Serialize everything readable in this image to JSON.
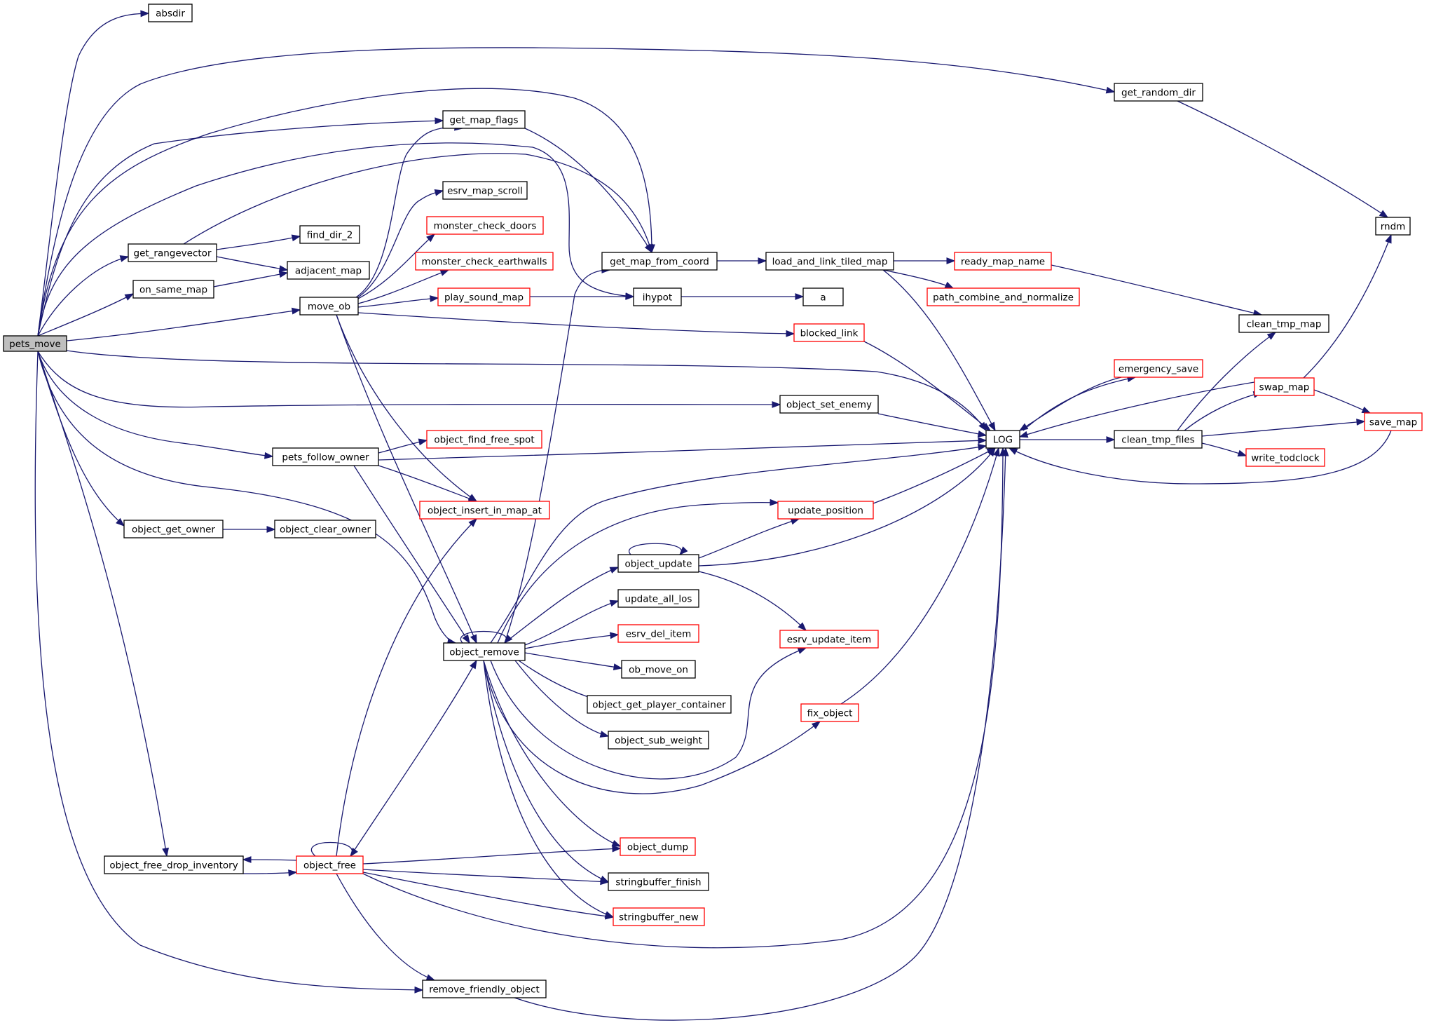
{
  "colors": {
    "edge": "#191970",
    "node_border_default": "#000000",
    "node_border_truncated": "#ff0000",
    "root_fill": "#bfbfbf",
    "background": "#ffffff"
  },
  "nodes": [
    {
      "id": "pets_move",
      "label": "pets_move",
      "root": true
    },
    {
      "id": "absdir",
      "label": "absdir"
    },
    {
      "id": "get_random_dir",
      "label": "get_random_dir"
    },
    {
      "id": "rndm",
      "label": "rndm"
    },
    {
      "id": "get_map_flags",
      "label": "get_map_flags"
    },
    {
      "id": "esrv_map_scroll",
      "label": "esrv_map_scroll"
    },
    {
      "id": "monster_check_doors",
      "label": "monster_check_doors",
      "truncated": true
    },
    {
      "id": "monster_check_earthwalls",
      "label": "monster_check_earthwalls",
      "truncated": true
    },
    {
      "id": "get_rangevector",
      "label": "get_rangevector"
    },
    {
      "id": "find_dir_2",
      "label": "find_dir_2"
    },
    {
      "id": "adjacent_map",
      "label": "adjacent_map"
    },
    {
      "id": "on_same_map",
      "label": "on_same_map"
    },
    {
      "id": "move_ob",
      "label": "move_ob"
    },
    {
      "id": "play_sound_map",
      "label": "play_sound_map",
      "truncated": true
    },
    {
      "id": "get_map_from_coord",
      "label": "get_map_from_coord"
    },
    {
      "id": "load_and_link_tiled_map",
      "label": "load_and_link_tiled_map"
    },
    {
      "id": "ready_map_name",
      "label": "ready_map_name",
      "truncated": true
    },
    {
      "id": "path_combine_and_normalize",
      "label": "path_combine_and_normalize",
      "truncated": true
    },
    {
      "id": "ihypot",
      "label": "ihypot"
    },
    {
      "id": "a",
      "label": "a"
    },
    {
      "id": "clean_tmp_map",
      "label": "clean_tmp_map"
    },
    {
      "id": "blocked_link",
      "label": "blocked_link",
      "truncated": true
    },
    {
      "id": "emergency_save",
      "label": "emergency_save",
      "truncated": true
    },
    {
      "id": "swap_map",
      "label": "swap_map",
      "truncated": true
    },
    {
      "id": "object_set_enemy",
      "label": "object_set_enemy"
    },
    {
      "id": "LOG",
      "label": "LOG"
    },
    {
      "id": "clean_tmp_files",
      "label": "clean_tmp_files"
    },
    {
      "id": "save_map",
      "label": "save_map",
      "truncated": true
    },
    {
      "id": "write_todclock",
      "label": "write_todclock",
      "truncated": true
    },
    {
      "id": "pets_follow_owner",
      "label": "pets_follow_owner"
    },
    {
      "id": "object_find_free_spot",
      "label": "object_find_free_spot",
      "truncated": true
    },
    {
      "id": "object_insert_in_map_at",
      "label": "object_insert_in_map_at",
      "truncated": true
    },
    {
      "id": "update_position",
      "label": "update_position",
      "truncated": true
    },
    {
      "id": "object_get_owner",
      "label": "object_get_owner"
    },
    {
      "id": "object_clear_owner",
      "label": "object_clear_owner"
    },
    {
      "id": "object_update",
      "label": "object_update"
    },
    {
      "id": "update_all_los",
      "label": "update_all_los"
    },
    {
      "id": "esrv_del_item",
      "label": "esrv_del_item",
      "truncated": true
    },
    {
      "id": "esrv_update_item",
      "label": "esrv_update_item",
      "truncated": true
    },
    {
      "id": "object_remove",
      "label": "object_remove"
    },
    {
      "id": "ob_move_on",
      "label": "ob_move_on"
    },
    {
      "id": "object_get_player_container",
      "label": "object_get_player_container"
    },
    {
      "id": "fix_object",
      "label": "fix_object",
      "truncated": true
    },
    {
      "id": "object_sub_weight",
      "label": "object_sub_weight"
    },
    {
      "id": "object_dump",
      "label": "object_dump",
      "truncated": true
    },
    {
      "id": "object_free_drop_inventory",
      "label": "object_free_drop_inventory"
    },
    {
      "id": "object_free",
      "label": "object_free",
      "truncated": true
    },
    {
      "id": "stringbuffer_finish",
      "label": "stringbuffer_finish"
    },
    {
      "id": "stringbuffer_new",
      "label": "stringbuffer_new",
      "truncated": true
    },
    {
      "id": "remove_friendly_object",
      "label": "remove_friendly_object"
    }
  ],
  "edges": [
    {
      "from": "pets_move",
      "to": "absdir"
    },
    {
      "from": "pets_move",
      "to": "get_random_dir"
    },
    {
      "from": "pets_move",
      "to": "get_map_flags"
    },
    {
      "from": "pets_move",
      "to": "get_map_from_coord"
    },
    {
      "from": "pets_move",
      "to": "ihypot"
    },
    {
      "from": "pets_move",
      "to": "get_rangevector"
    },
    {
      "from": "pets_move",
      "to": "on_same_map"
    },
    {
      "from": "pets_move",
      "to": "move_ob"
    },
    {
      "from": "pets_move",
      "to": "LOG"
    },
    {
      "from": "pets_move",
      "to": "object_set_enemy"
    },
    {
      "from": "pets_move",
      "to": "pets_follow_owner"
    },
    {
      "from": "pets_move",
      "to": "object_remove"
    },
    {
      "from": "pets_move",
      "to": "object_get_owner"
    },
    {
      "from": "pets_move",
      "to": "object_free_drop_inventory"
    },
    {
      "from": "pets_move",
      "to": "remove_friendly_object"
    },
    {
      "from": "get_random_dir",
      "to": "rndm"
    },
    {
      "from": "get_map_flags",
      "to": "get_map_from_coord"
    },
    {
      "from": "get_rangevector",
      "to": "get_map_from_coord"
    },
    {
      "from": "get_rangevector",
      "to": "find_dir_2"
    },
    {
      "from": "get_rangevector",
      "to": "adjacent_map"
    },
    {
      "from": "on_same_map",
      "to": "adjacent_map"
    },
    {
      "from": "move_ob",
      "to": "get_map_flags"
    },
    {
      "from": "move_ob",
      "to": "esrv_map_scroll"
    },
    {
      "from": "move_ob",
      "to": "monster_check_doors"
    },
    {
      "from": "move_ob",
      "to": "monster_check_earthwalls"
    },
    {
      "from": "move_ob",
      "to": "play_sound_map"
    },
    {
      "from": "move_ob",
      "to": "blocked_link"
    },
    {
      "from": "move_ob",
      "to": "object_insert_in_map_at"
    },
    {
      "from": "move_ob",
      "to": "object_remove"
    },
    {
      "from": "play_sound_map",
      "to": "ihypot"
    },
    {
      "from": "get_map_from_coord",
      "to": "load_and_link_tiled_map"
    },
    {
      "from": "load_and_link_tiled_map",
      "to": "ready_map_name"
    },
    {
      "from": "load_and_link_tiled_map",
      "to": "path_combine_and_normalize"
    },
    {
      "from": "load_and_link_tiled_map",
      "to": "LOG"
    },
    {
      "from": "ready_map_name",
      "to": "clean_tmp_map"
    },
    {
      "from": "ihypot",
      "to": "a"
    },
    {
      "from": "blocked_link",
      "to": "LOG"
    },
    {
      "from": "object_set_enemy",
      "to": "LOG"
    },
    {
      "from": "LOG",
      "to": "emergency_save"
    },
    {
      "from": "emergency_save",
      "to": "LOG"
    },
    {
      "from": "LOG",
      "to": "clean_tmp_files"
    },
    {
      "from": "clean_tmp_files",
      "to": "clean_tmp_map"
    },
    {
      "from": "clean_tmp_files",
      "to": "swap_map"
    },
    {
      "from": "clean_tmp_files",
      "to": "save_map"
    },
    {
      "from": "clean_tmp_files",
      "to": "write_todclock"
    },
    {
      "from": "swap_map",
      "to": "LOG"
    },
    {
      "from": "swap_map",
      "to": "rndm"
    },
    {
      "from": "swap_map",
      "to": "save_map"
    },
    {
      "from": "save_map",
      "to": "LOG"
    },
    {
      "from": "pets_follow_owner",
      "to": "object_find_free_spot"
    },
    {
      "from": "pets_follow_owner",
      "to": "LOG"
    },
    {
      "from": "pets_follow_owner",
      "to": "object_insert_in_map_at"
    },
    {
      "from": "pets_follow_owner",
      "to": "object_remove"
    },
    {
      "from": "object_get_owner",
      "to": "object_clear_owner"
    },
    {
      "from": "object_remove",
      "to": "object_remove"
    },
    {
      "from": "object_remove",
      "to": "get_map_from_coord"
    },
    {
      "from": "object_remove",
      "to": "LOG"
    },
    {
      "from": "object_remove",
      "to": "update_position"
    },
    {
      "from": "object_remove",
      "to": "object_update"
    },
    {
      "from": "object_remove",
      "to": "update_all_los"
    },
    {
      "from": "object_remove",
      "to": "esrv_del_item"
    },
    {
      "from": "object_remove",
      "to": "ob_move_on"
    },
    {
      "from": "object_remove",
      "to": "object_get_player_container"
    },
    {
      "from": "object_remove",
      "to": "object_sub_weight"
    },
    {
      "from": "object_remove",
      "to": "esrv_update_item"
    },
    {
      "from": "object_remove",
      "to": "fix_object"
    },
    {
      "from": "object_remove",
      "to": "object_dump"
    },
    {
      "from": "object_remove",
      "to": "stringbuffer_finish"
    },
    {
      "from": "object_remove",
      "to": "stringbuffer_new"
    },
    {
      "from": "update_position",
      "to": "LOG"
    },
    {
      "from": "object_update",
      "to": "object_update"
    },
    {
      "from": "object_update",
      "to": "update_position"
    },
    {
      "from": "object_update",
      "to": "LOG"
    },
    {
      "from": "object_update",
      "to": "esrv_update_item"
    },
    {
      "from": "fix_object",
      "to": "LOG"
    },
    {
      "from": "object_free_drop_inventory",
      "to": "object_free"
    },
    {
      "from": "object_free",
      "to": "object_free_drop_inventory"
    },
    {
      "from": "object_free",
      "to": "object_free"
    },
    {
      "from": "object_free",
      "to": "object_insert_in_map_at"
    },
    {
      "from": "object_free",
      "to": "object_remove"
    },
    {
      "from": "object_free",
      "to": "object_dump"
    },
    {
      "from": "object_free",
      "to": "stringbuffer_finish"
    },
    {
      "from": "object_free",
      "to": "stringbuffer_new"
    },
    {
      "from": "object_free",
      "to": "LOG"
    },
    {
      "from": "object_free",
      "to": "remove_friendly_object"
    },
    {
      "from": "remove_friendly_object",
      "to": "LOG"
    }
  ]
}
